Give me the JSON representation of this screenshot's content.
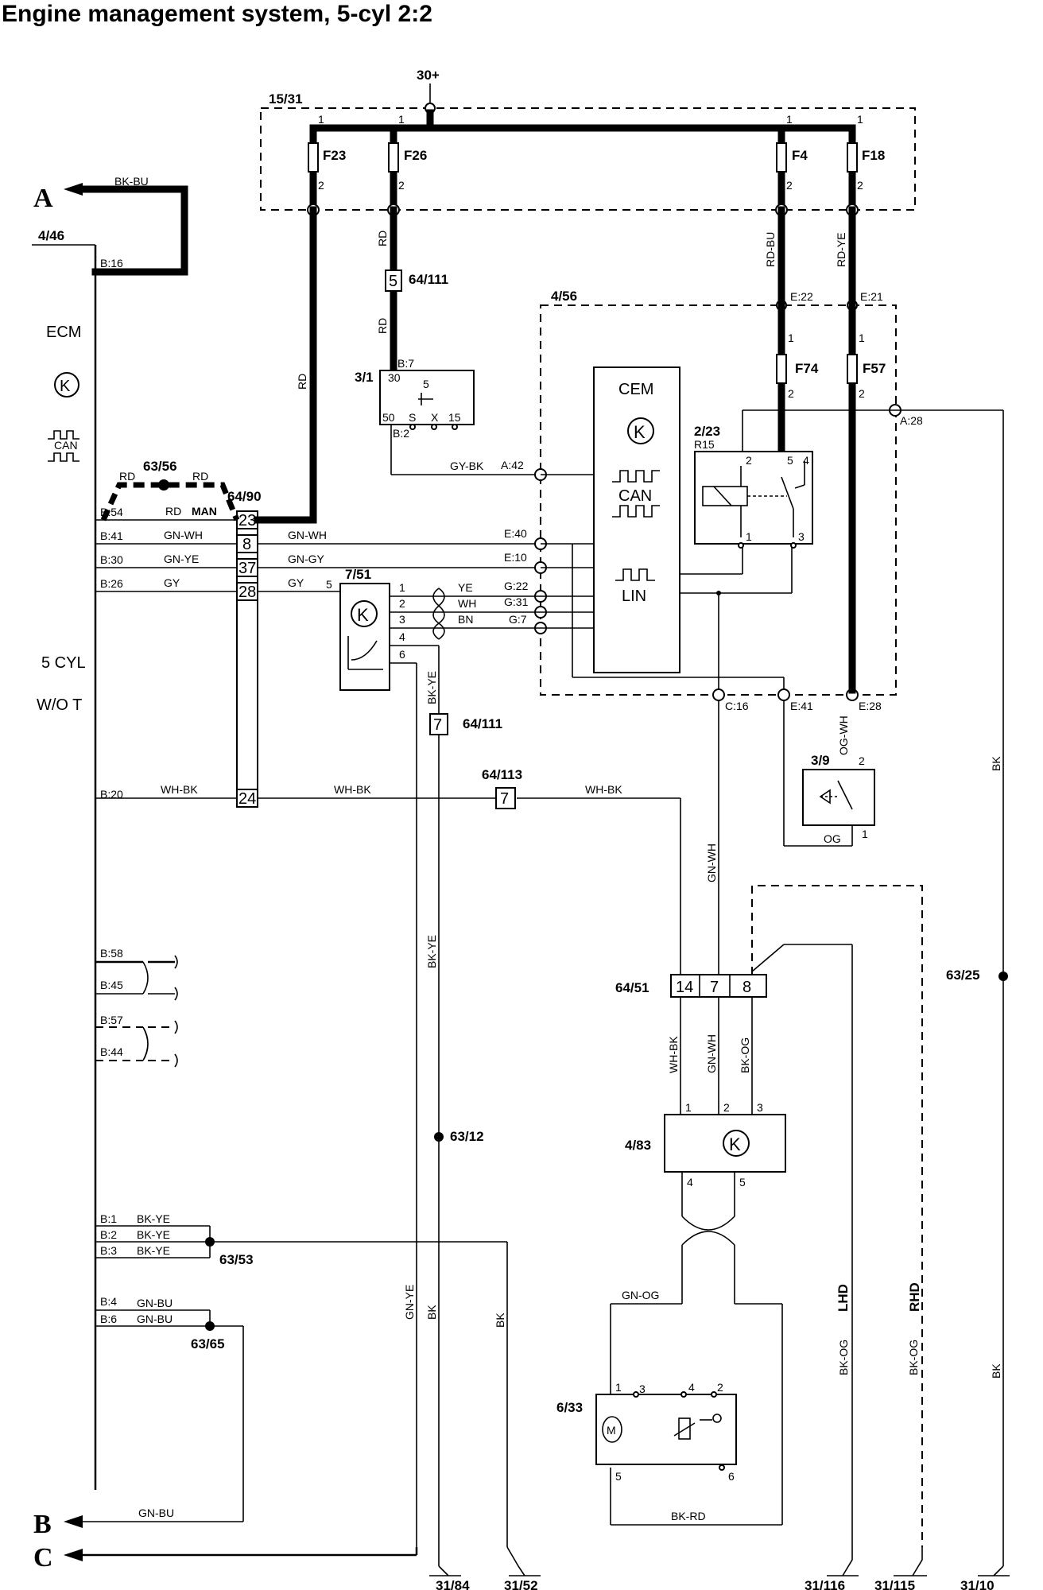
{
  "title": "Engine management system, 5-cyl 2:2",
  "ecm": {
    "id": "4/46",
    "name": "ECM",
    "can": "CAN",
    "variant_line1": "5 CYL",
    "variant_line2": "W/O T",
    "pins": [
      "B:16",
      "B:54",
      "B:41",
      "B:30",
      "B:26",
      "B:20",
      "B:58",
      "B:45",
      "B:57",
      "B:44",
      "B:1",
      "B:2",
      "B:3",
      "B:4",
      "B:6"
    ]
  },
  "supply": {
    "label": "30+",
    "fusebox": "15/31",
    "fuses": [
      "F23",
      "F26",
      "F4",
      "F18"
    ],
    "pin1": "1",
    "pin2": "2"
  },
  "arrows": {
    "a": "A",
    "b": "B",
    "c": "C"
  },
  "wires": {
    "a_wire": "BK-BU",
    "rd": "RD",
    "rd_bu": "RD-BU",
    "rd_ye": "RD-YE",
    "gn_wh": "GN-WH",
    "gn_ye": "GN-YE",
    "gn_gy": "GN-GY",
    "gy": "GY",
    "gy_bk": "GY-BK",
    "ye": "YE",
    "wh": "WH",
    "bn": "BN",
    "bk_ye": "BK-YE",
    "wh_bk": "WH-BK",
    "og_wh": "OG-WH",
    "og": "OG",
    "bk": "BK",
    "bk_og": "BK-OG",
    "gn_og": "GN-OG",
    "bk_rd": "BK-RD",
    "gn_ye2": "GN-YE",
    "gn_bu": "GN-BU",
    "man": "MAN"
  },
  "connectors": {
    "c64_111": "64/111",
    "c64_111_pin5": "5",
    "c64_111_pin7": "7",
    "c64_90": "64/90",
    "c64_90_pins": [
      "23",
      "8",
      "37",
      "28",
      "24"
    ],
    "c64_113": "64/113",
    "c64_113_pin": "7",
    "c64_51": "64/51",
    "c64_51_pins": [
      "14",
      "7",
      "8"
    ]
  },
  "components": {
    "relay_3_1": {
      "id": "3/1",
      "pins": [
        "B:7",
        "30",
        "5",
        "50",
        "S",
        "X",
        "15",
        "B:2"
      ]
    },
    "cem_box": {
      "id": "4/56",
      "name": "CEM",
      "can": "CAN",
      "lin": "LIN",
      "pins": [
        "E:22",
        "E:21",
        "A:28",
        "A:42",
        "E:40",
        "E:10",
        "G:22",
        "G:31",
        "G:7",
        "C:16",
        "E:41",
        "E:28"
      ]
    },
    "fuses_cem": [
      "F74",
      "F57"
    ],
    "relay_2_23": {
      "id": "2/23",
      "sub": "R15",
      "pins": [
        "2",
        "5",
        "4",
        "1",
        "3"
      ]
    },
    "fan_7_51": {
      "id": "7/51",
      "pins": [
        "5",
        "1",
        "2",
        "3",
        "4",
        "6"
      ]
    },
    "switch_3_9": {
      "id": "3/9",
      "pins": [
        "2",
        "1"
      ]
    },
    "module_4_83": {
      "id": "4/83",
      "pins": [
        "1",
        "2",
        "3",
        "4",
        "5"
      ]
    },
    "motor_6_33": {
      "id": "6/33",
      "pins": [
        "1",
        "3",
        "4",
        "2",
        "5",
        "6"
      ]
    }
  },
  "splices": {
    "s63_56": "63/56",
    "s63_12": "63/12",
    "s63_53": "63/53",
    "s63_65": "63/65",
    "s63_25": "63/25"
  },
  "variants": {
    "lhd": "LHD",
    "rhd": "RHD"
  },
  "grounds": [
    "31/84",
    "31/52",
    "31/116",
    "31/115",
    "31/10"
  ]
}
